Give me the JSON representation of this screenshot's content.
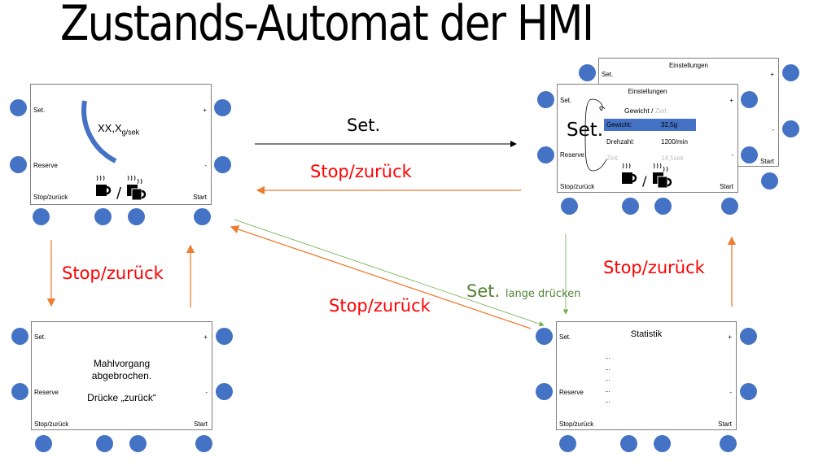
{
  "title": "Zustands-Automat der HMI",
  "colors": {
    "button": "#4472c4",
    "highlight": "#4472c4",
    "transition_back": "#ed7d31",
    "transition_forward": "#000000",
    "transition_long_press": "#70ad47",
    "label_back": "#ff0000",
    "label_long_press": "#548235"
  },
  "common_labels": {
    "set": "Set.",
    "reserve": "Reserve",
    "stop": "Stop/zurück",
    "plus": "+",
    "minus": "-",
    "start": "Start",
    "cup_separator": "/"
  },
  "screens": {
    "main": {
      "value": "XX,X",
      "unit": "g/sek",
      "icons": [
        "single-cup-icon",
        "double-cup-icon"
      ]
    },
    "settings": {
      "title": "Einstellungen",
      "mode_active": "Gewicht",
      "mode_separator": "/",
      "mode_inactive": "Zeit",
      "rows": [
        {
          "label": "Gewicht:",
          "value": "32,5g",
          "selected": true
        },
        {
          "label": "Drehzahl:",
          "value": "1200/min",
          "selected": false
        },
        {
          "label": "Zeit:",
          "value": "14,5sek",
          "selected": false,
          "disabled": true
        }
      ],
      "loop_label": "Set.",
      "icons": [
        "single-cup-icon",
        "double-cup-icon"
      ]
    },
    "settings_back": {
      "title": "Einstellungen"
    },
    "aborted": {
      "line1": "Mahlvorgang",
      "line2": "abgebrochen.",
      "line3": "Drücke „zurück“"
    },
    "statistics": {
      "title": "Statistik",
      "items": [
        "...",
        "...",
        "...",
        "...",
        "..."
      ]
    }
  },
  "transitions": {
    "main_to_settings": "Set.",
    "settings_to_main": "Stop/zurück",
    "main_to_aborted": "Stop/zurück",
    "statistics_to_main": "Stop/zurück",
    "main_to_statistics": "Set.",
    "main_to_statistics_note": "lange drücken",
    "statistics_to_settings": "Stop/zurück"
  }
}
